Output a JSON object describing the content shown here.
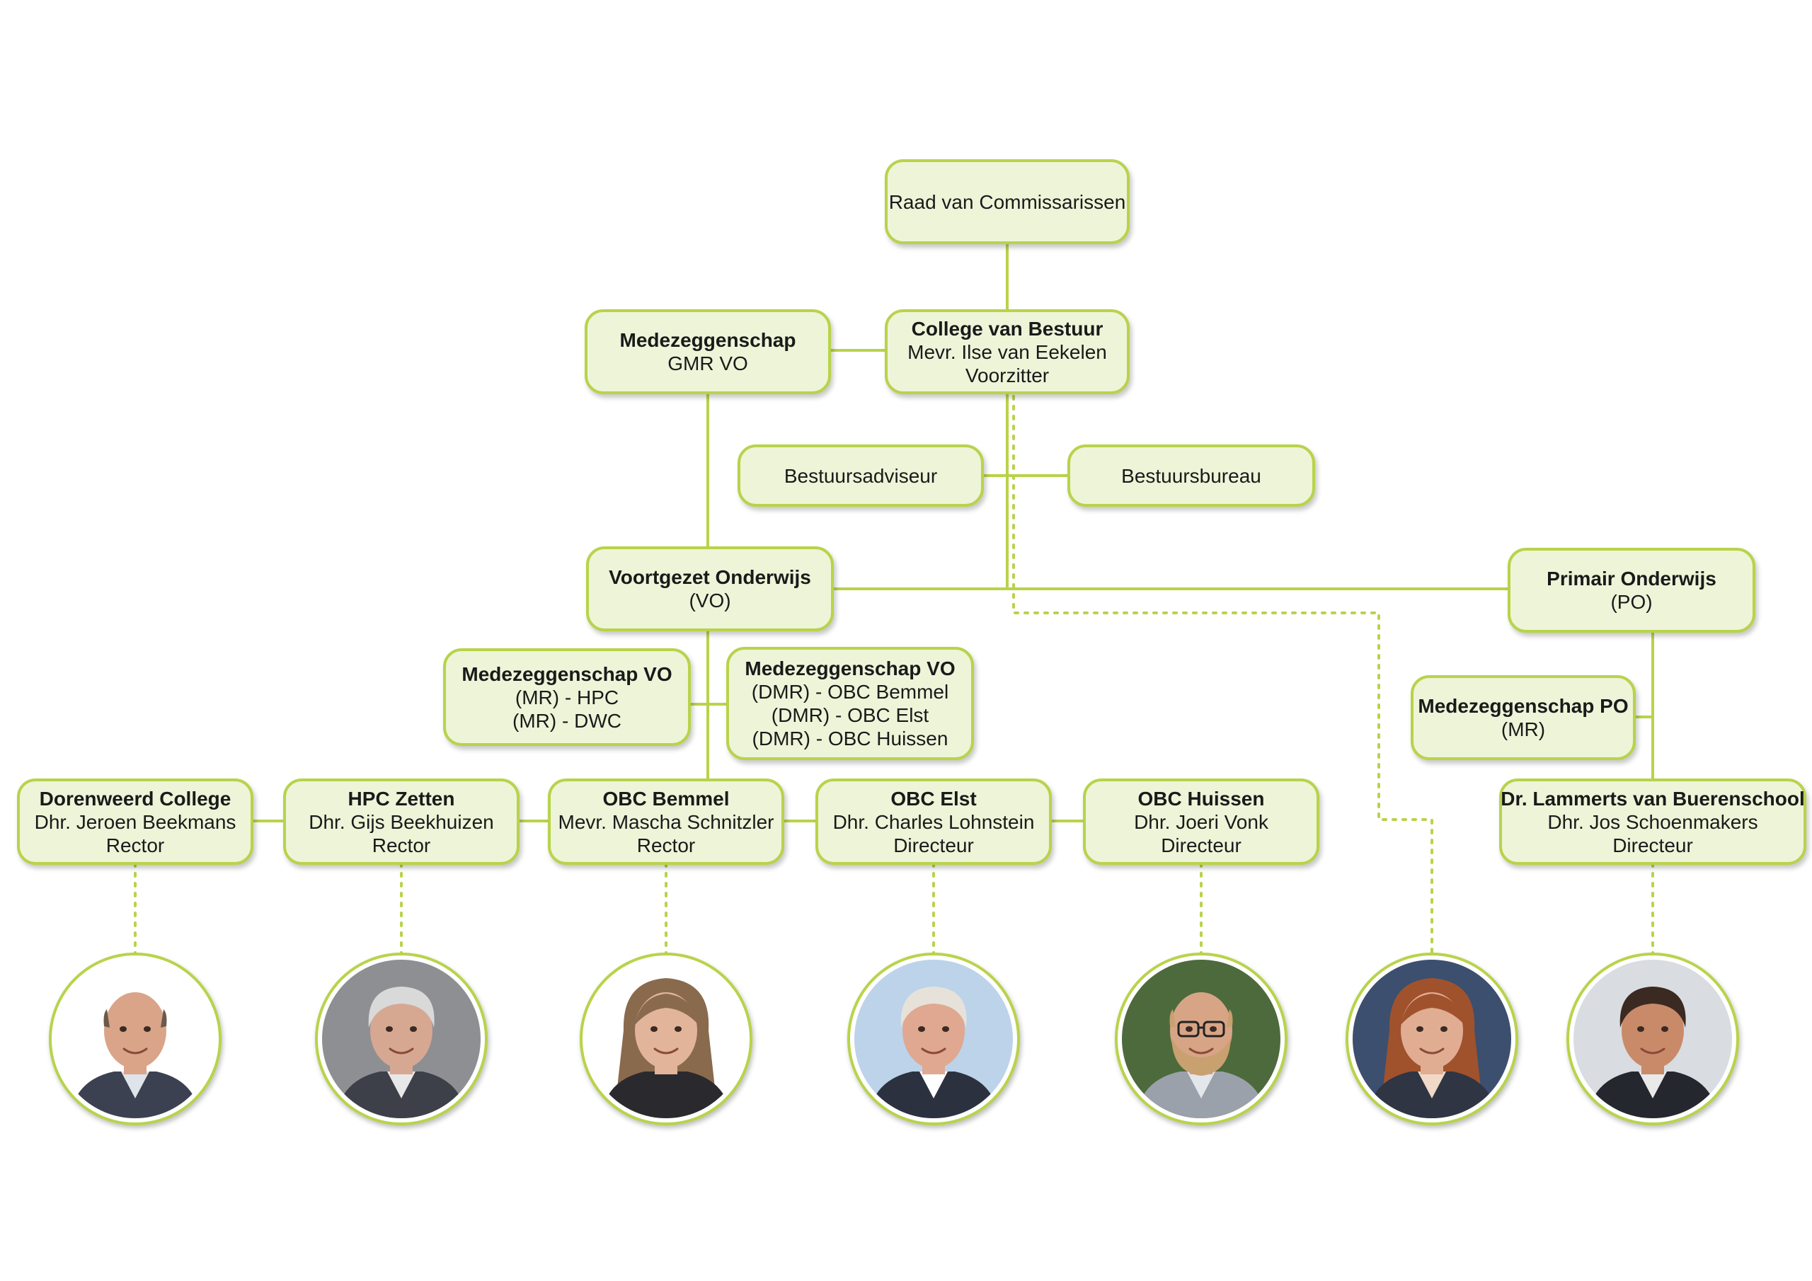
{
  "colors": {
    "accent": "#b8d34a",
    "box_fill": "#eef4d8",
    "text": "#1a1a1a"
  },
  "nodes": {
    "raad": {
      "l1": "",
      "l2": "Raad van Commissarissen"
    },
    "cvb": {
      "l1": "College van Bestuur",
      "l2": "Mevr. Ilse van Eekelen",
      "l3": "Voorzitter"
    },
    "gmr": {
      "l1": "Medezeggenschap",
      "l2": "GMR VO"
    },
    "adviseur": {
      "l1": "",
      "l2": "Bestuursadviseur"
    },
    "bureau": {
      "l1": "",
      "l2": "Bestuursbureau"
    },
    "vo": {
      "l1": "Voortgezet Onderwijs",
      "l2": "(VO)"
    },
    "po": {
      "l1": "Primair Onderwijs",
      "l2": "(PO)"
    },
    "mr_vo": {
      "l1": "Medezeggenschap VO",
      "l2": "(MR) - HPC",
      "l3": "(MR) - DWC"
    },
    "dmr_vo": {
      "l1": "Medezeggenschap VO",
      "l2": "(DMR) - OBC Bemmel",
      "l3": "(DMR) - OBC Elst",
      "l4": "(DMR) - OBC Huissen"
    },
    "mr_po": {
      "l1": "Medezeggenschap PO",
      "l2": "(MR)"
    },
    "dorenweerd": {
      "l1": "Dorenweerd College",
      "l2": "Dhr. Jeroen Beekmans",
      "l3": "Rector"
    },
    "hpc": {
      "l1": "HPC Zetten",
      "l2": "Dhr. Gijs Beekhuizen",
      "l3": "Rector"
    },
    "bemmel": {
      "l1": "OBC Bemmel",
      "l2": "Mevr. Mascha Schnitzler",
      "l3": "Rector"
    },
    "elst": {
      "l1": "OBC Elst",
      "l2": "Dhr. Charles Lohnstein",
      "l3": "Directeur"
    },
    "huissen": {
      "l1": "OBC Huissen",
      "l2": "Dhr. Joeri Vonk",
      "l3": "Directeur"
    },
    "lammerts": {
      "l1": "Dr. Lammerts van Buerenschool",
      "l2": "Dhr. Jos Schoenmakers",
      "l3": "Directeur"
    }
  },
  "photos": [
    {
      "id": "beekmans",
      "bg": "#ffffff",
      "skin": "#d9a488",
      "hair": "#6b5a4c",
      "suit": "#3b4150",
      "shirt": "#dfe3ea",
      "bald": true,
      "long_hair": false,
      "glasses": false,
      "beard": false
    },
    {
      "id": "beekhuizen",
      "bg": "#8d8f93",
      "skin": "#d6a892",
      "hair": "#d9d9d9",
      "suit": "#3d4048",
      "shirt": "#e8e8e8",
      "bald": false,
      "long_hair": false,
      "glasses": false,
      "beard": false
    },
    {
      "id": "schnitzler",
      "bg": "#ffffff",
      "skin": "#e2b49a",
      "hair": "#8a6a4d",
      "suit": "#2a2a2e",
      "shirt": "#2a2a2e",
      "bald": false,
      "long_hair": true,
      "glasses": false,
      "beard": false
    },
    {
      "id": "lohnstein",
      "bg": "#bcd3ea",
      "skin": "#e0a890",
      "hair": "#e6e2da",
      "suit": "#2c3140",
      "shirt": "#ffffff",
      "bald": false,
      "long_hair": false,
      "glasses": false,
      "beard": false
    },
    {
      "id": "vonk",
      "bg": "#4d6a3c",
      "skin": "#d8a486",
      "hair": "#c9a070",
      "suit": "#9aa1aa",
      "shirt": "#e3e6ea",
      "bald": true,
      "long_hair": false,
      "glasses": true,
      "beard": true
    },
    {
      "id": "van-eekelen",
      "bg": "#3c4f6e",
      "skin": "#e0ad93",
      "hair": "#a0522d",
      "suit": "#2f3542",
      "shirt": "#f1d9c8",
      "bald": false,
      "long_hair": true,
      "glasses": false,
      "beard": false
    },
    {
      "id": "schoenmakers",
      "bg": "#d9dde2",
      "skin": "#c98a6a",
      "hair": "#3a2a22",
      "suit": "#24272e",
      "shirt": "#e9e9e9",
      "bald": false,
      "long_hair": false,
      "glasses": false,
      "beard": false
    }
  ]
}
